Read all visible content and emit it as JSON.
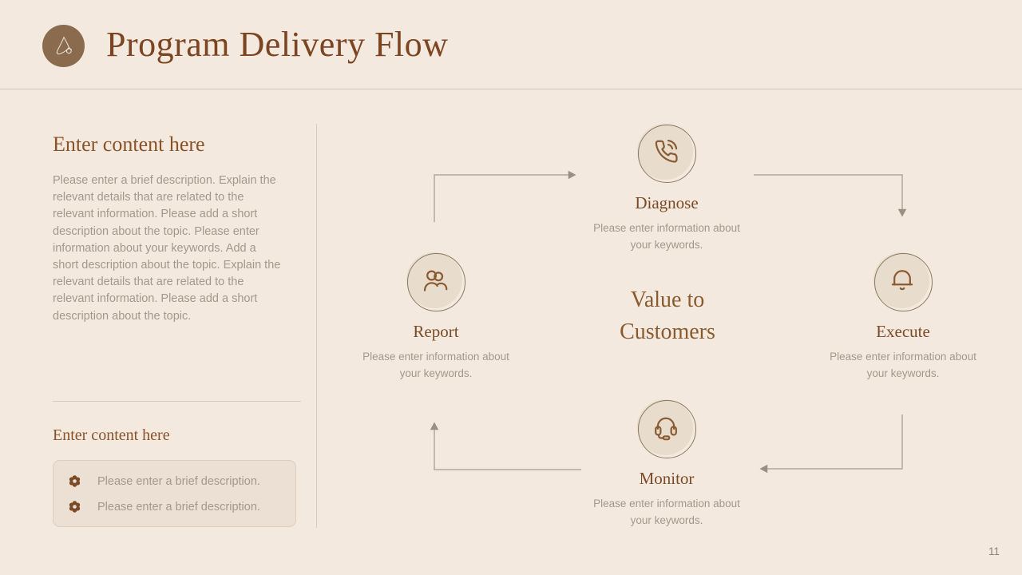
{
  "page": {
    "page_number": "11"
  },
  "header": {
    "title": "Program Delivery Flow",
    "logo_icon": "abstract-droplet-swirl-logo"
  },
  "sidebar": {
    "section1": {
      "heading": "Enter content here",
      "body": "Please enter a brief description. Explain the relevant details that are related to the relevant information. Please add a short description about the topic. Please enter information about your keywords. Add a short description about the topic. Explain the relevant details that are related to the relevant information. Please add a short description about the topic."
    },
    "section2": {
      "heading": "Enter content here",
      "items": [
        {
          "icon": "flower-asterisk-icon",
          "text": "Please enter a brief description."
        },
        {
          "icon": "flower-asterisk-icon",
          "text": "Please enter a brief description."
        }
      ]
    }
  },
  "diagram": {
    "center_label": "Value to Customers",
    "nodes": [
      {
        "id": "diagnose",
        "position": "top",
        "label": "Diagnose",
        "icon": "phone-call-icon",
        "description": "Please enter information about your keywords."
      },
      {
        "id": "report",
        "position": "left",
        "label": "Report",
        "icon": "users-icon",
        "description": "Please enter information about your keywords."
      },
      {
        "id": "execute",
        "position": "right",
        "label": "Execute",
        "icon": "bell-icon",
        "description": "Please enter information about your keywords."
      },
      {
        "id": "monitor",
        "position": "bottom",
        "label": "Monitor",
        "icon": "headset-icon",
        "description": "Please enter information about your keywords."
      }
    ],
    "flow_order": [
      "Report",
      "Diagnose",
      "Execute",
      "Monitor",
      "Report"
    ]
  },
  "colors": {
    "background": "#f4e9de",
    "title_brown": "#7b4522",
    "heading_brown": "#8a5227",
    "body_gray": "#a5978b",
    "node_fill": "#e8dccc",
    "node_ring": "#8d7961",
    "icon_stroke": "#8a5b33",
    "arrow": "#b1a79a",
    "logo_circle": "#8a6b4d",
    "box_fill": "#ecdfd4"
  }
}
